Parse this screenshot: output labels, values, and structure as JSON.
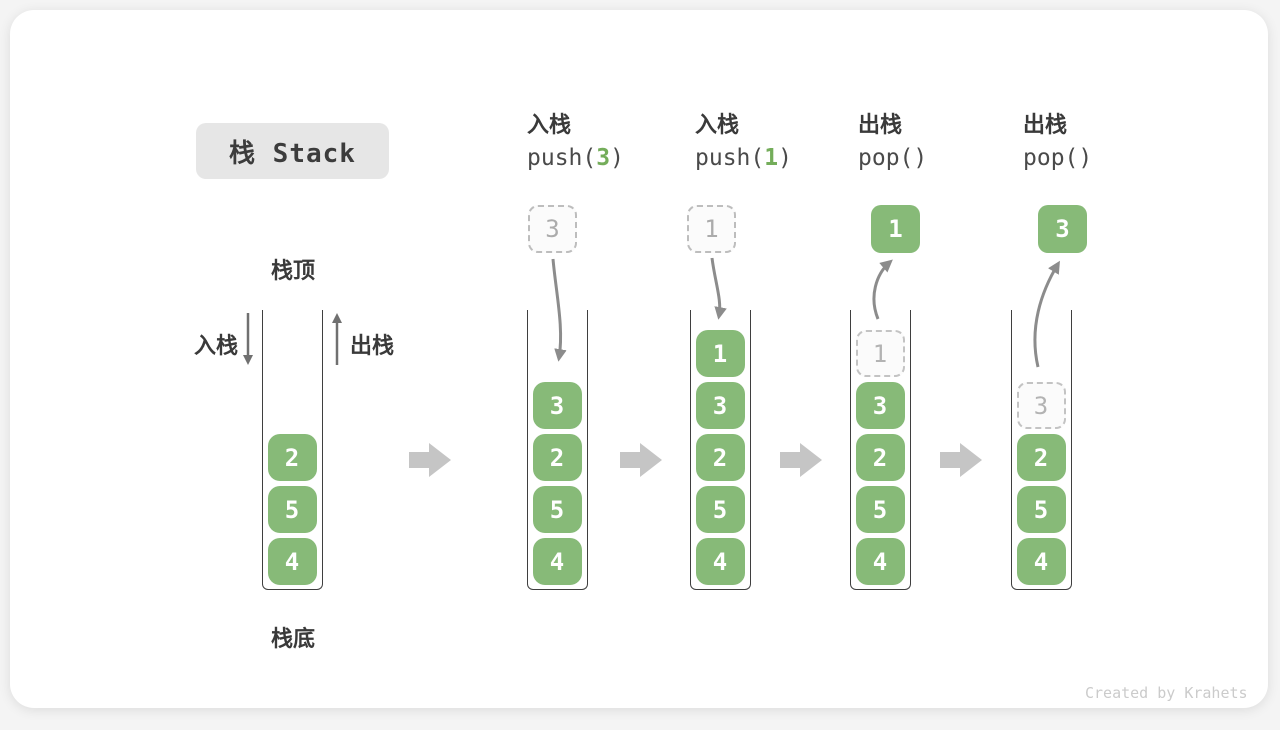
{
  "title": {
    "label": "栈 Stack"
  },
  "labels": {
    "stack_top": "栈顶",
    "stack_bottom": "栈底",
    "push": "入栈",
    "pop": "出栈"
  },
  "operations": [
    {
      "name": "入栈",
      "code": {
        "pre": "push(",
        "arg": "3",
        "post": ")"
      }
    },
    {
      "name": "入栈",
      "code": {
        "pre": "push(",
        "arg": "1",
        "post": ")"
      }
    },
    {
      "name": "出栈",
      "code": {
        "pre": "pop(",
        "arg": "",
        "post": ")"
      }
    },
    {
      "name": "出栈",
      "code": {
        "pre": "pop(",
        "arg": "",
        "post": ")"
      }
    }
  ],
  "stacks": [
    {
      "name": "stack-initial",
      "cells": [
        {
          "value": "2"
        },
        {
          "value": "5"
        },
        {
          "value": "4"
        }
      ]
    },
    {
      "name": "stack-after-push-3",
      "cells": [
        {
          "value": "3"
        },
        {
          "value": "2"
        },
        {
          "value": "5"
        },
        {
          "value": "4"
        }
      ]
    },
    {
      "name": "stack-after-push-1",
      "cells": [
        {
          "value": "1"
        },
        {
          "value": "3"
        },
        {
          "value": "2"
        },
        {
          "value": "5"
        },
        {
          "value": "4"
        }
      ]
    },
    {
      "name": "stack-after-pop-1",
      "cells": [
        {
          "value": "1",
          "ghost": true
        },
        {
          "value": "3"
        },
        {
          "value": "2"
        },
        {
          "value": "5"
        },
        {
          "value": "4"
        }
      ]
    },
    {
      "name": "stack-after-pop-3",
      "cells": [
        {
          "value": "3",
          "ghost": true
        },
        {
          "value": "2"
        },
        {
          "value": "5"
        },
        {
          "value": "4"
        }
      ]
    }
  ],
  "floating_values": [
    {
      "value": "3",
      "style": "ghost"
    },
    {
      "value": "1",
      "style": "ghost"
    },
    {
      "value": "1",
      "style": "solid"
    },
    {
      "value": "3",
      "style": "solid"
    }
  ],
  "watermark": "Created by Krahets",
  "colors": {
    "cell_green": "#87ba78",
    "code_green": "#74ad5a",
    "curve_arrow_gray": "#8c8c8c",
    "block_arrow_gray": "#c5c5c5",
    "straight_arrow_gray": "#707070"
  }
}
